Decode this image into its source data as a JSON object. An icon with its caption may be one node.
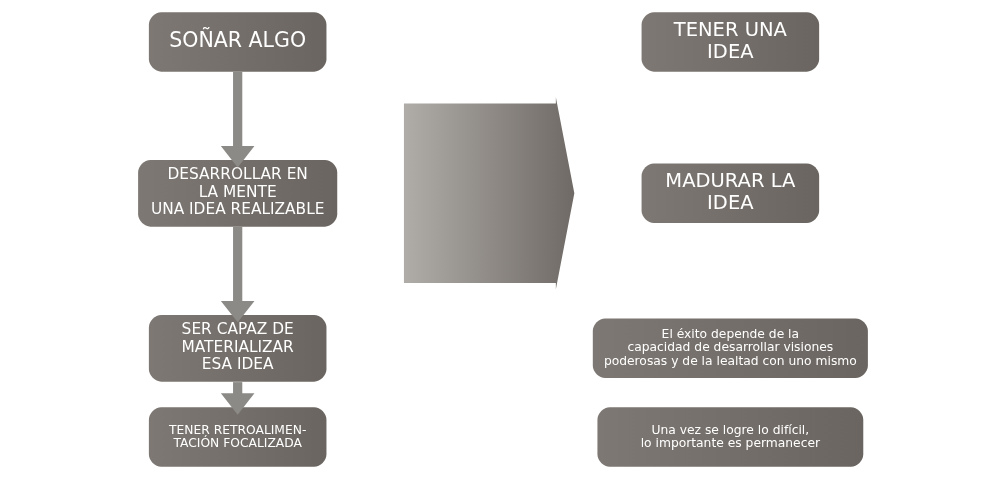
{
  "diagram": {
    "nodes": [
      {
        "text": [
          "SOÑAR ALGO"
        ]
      },
      {
        "text": [
          "DESARROLLAR EN LA MENTE UNA IDEA REALIZABLE"
        ]
      },
      {
        "text": [
          "SER CAPAZ DE MATERIALIZAR ESA IDEA"
        ]
      },
      {
        "text": [
          "TENER RETROALIMEN- TACIÓN FOCALIZADA"
        ]
      },
      {
        "text": [],
        "shape": "arrow"
      },
      {
        "text": [
          "TENER UNA IDEA"
        ]
      },
      {
        "text": [
          "MADURAR LA IDEA"
        ]
      },
      {
        "text": [
          "El éxito depende de la capacidad de desarrollar visiones poderosas y de la lealtad con uno mismo"
        ]
      },
      {
        "text": [
          "Una vez se logre lo difícil, lo importante es permanecer"
        ]
      }
    ],
    "edges": [
      {
        "from": 0,
        "to": 1,
        "arrow": "to"
      },
      {
        "from": 1,
        "to": 2,
        "arrow": "to"
      },
      {
        "from": 2,
        "to": 3,
        "arrow": "to"
      }
    ]
  }
}
